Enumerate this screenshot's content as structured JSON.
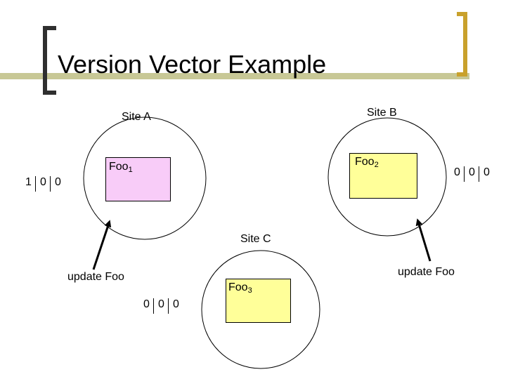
{
  "title": "Version Vector Example",
  "colors": {
    "title_rule": "#c8c896",
    "bracket_left": "#2f2f2f",
    "bracket_right": "#c9a12c",
    "foo1_fill": "#f8ccf8",
    "foo_yellow_fill": "#ffff99"
  },
  "sites": {
    "a": {
      "label": "Site A",
      "doc": {
        "name": "Foo",
        "sub": "1"
      },
      "vector": [
        "1",
        "0",
        "0"
      ],
      "action": "update Foo"
    },
    "b": {
      "label": "Site B",
      "doc": {
        "name": "Foo",
        "sub": "2"
      },
      "vector": [
        "0",
        "0",
        "0"
      ],
      "action": "update Foo"
    },
    "c": {
      "label": "Site C",
      "doc": {
        "name": "Foo",
        "sub": "3"
      },
      "vector": [
        "0",
        "0",
        "0"
      ]
    }
  }
}
